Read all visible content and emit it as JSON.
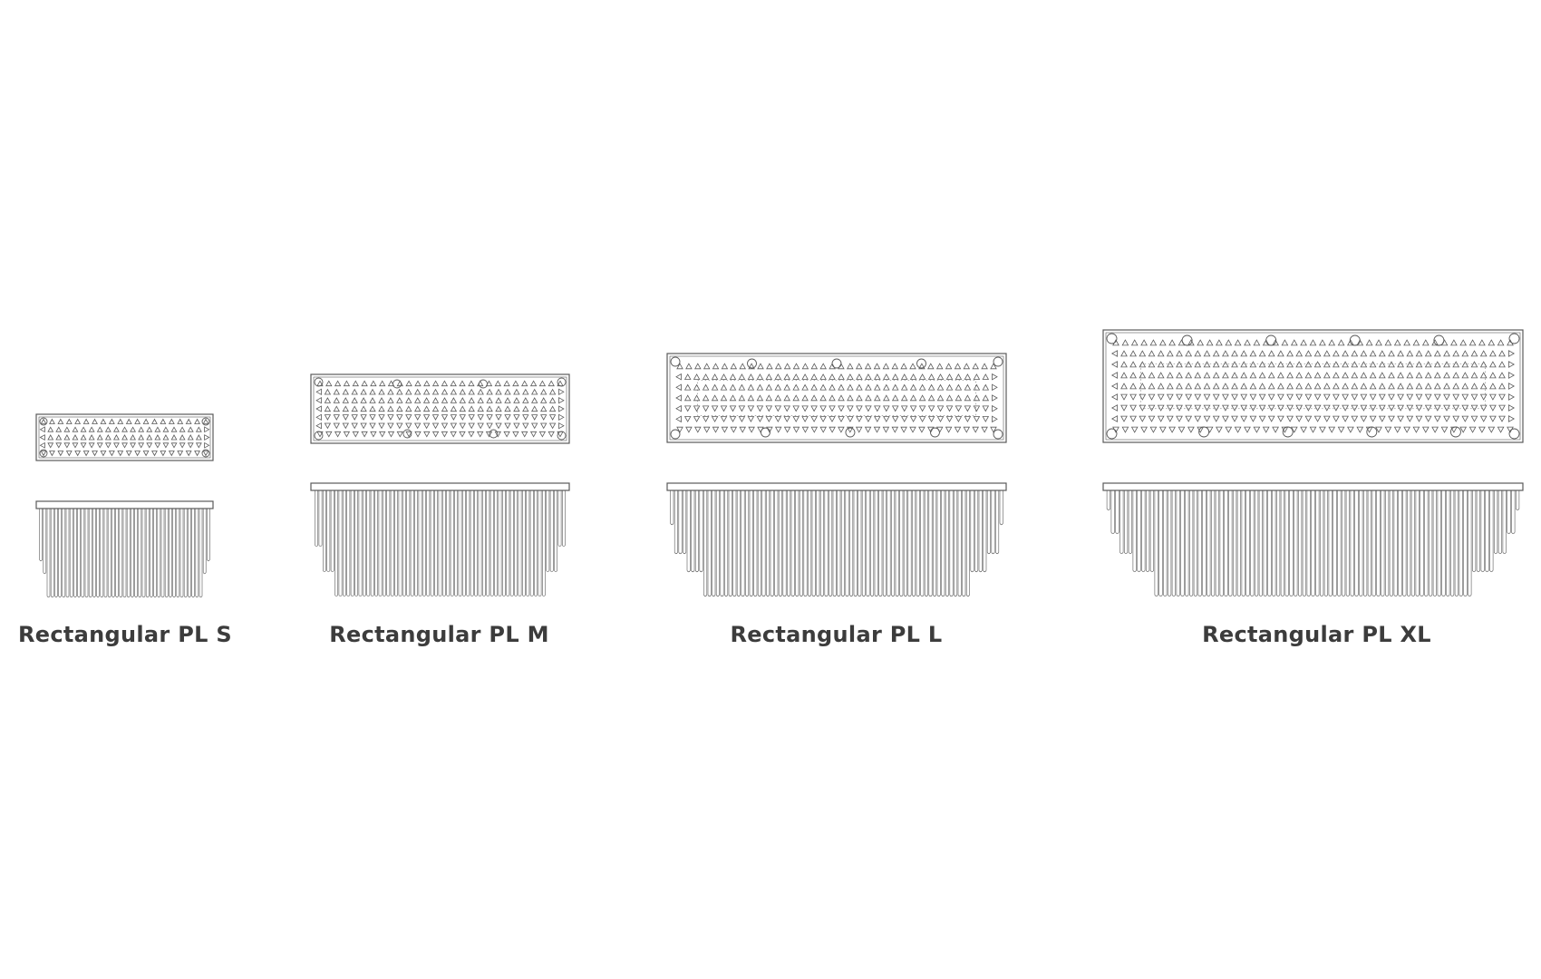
{
  "products": [
    {
      "id": "s",
      "label": "Rectangular PL S"
    },
    {
      "id": "m",
      "label": "Rectangular PL M"
    },
    {
      "id": "l",
      "label": "Rectangular PL L"
    },
    {
      "id": "xl",
      "label": "Rectangular PL XL"
    }
  ],
  "colors": {
    "line": "#5a5a5a",
    "caption": "#3c3c3c",
    "background": "#ffffff"
  }
}
